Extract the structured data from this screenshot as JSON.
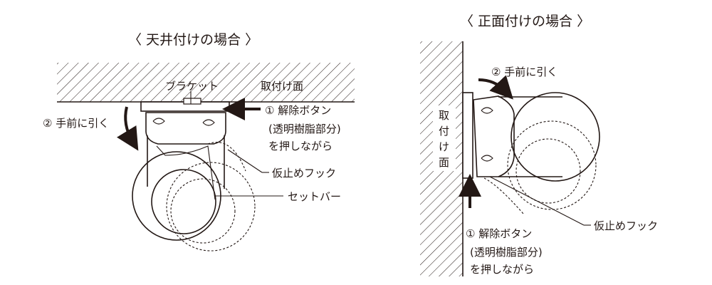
{
  "ceiling": {
    "title": "〈 天井付けの場合 〉",
    "bracket_label": "ブラケット",
    "surface_label": "取付け面",
    "step2_label": "② 手前に引く",
    "step1_label_line1": "① 解除ボタン",
    "step1_label_line2": "(透明樹脂部分)",
    "step1_label_line3": "を押しながら",
    "hook_label": "仮止めフック",
    "setbar_label": "セットバー"
  },
  "wall": {
    "title": "〈 正面付けの場合 〉",
    "surface_label": [
      "取",
      "付",
      "け",
      "面"
    ],
    "step2_label": "② 手前に引く",
    "hook_label": "仮止めフック",
    "step1_label_line1": "① 解除ボタン",
    "step1_label_line2": "(透明樹脂部分)",
    "step1_label_line3": "を押しながら"
  },
  "colors": {
    "ink": "#231815",
    "background": "#ffffff"
  }
}
